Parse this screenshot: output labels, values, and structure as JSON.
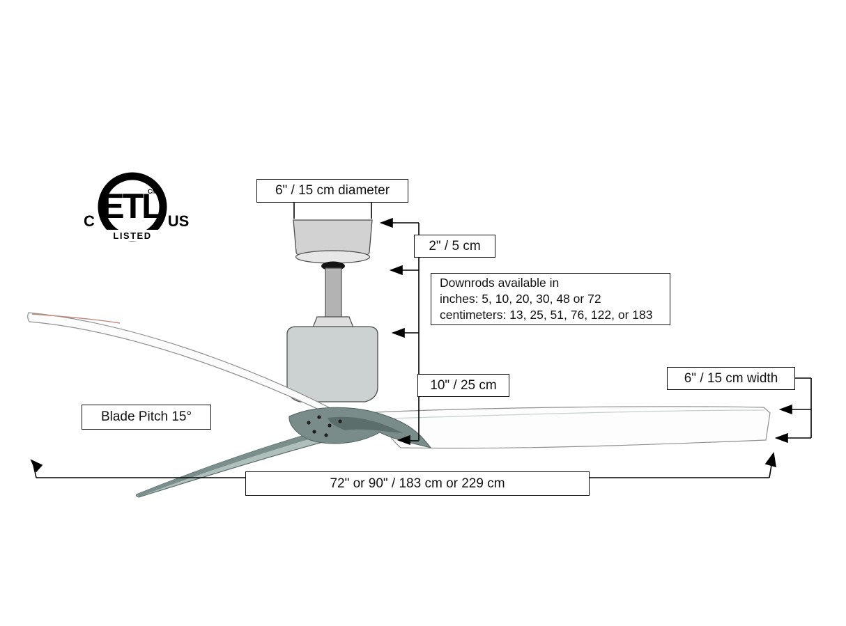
{
  "labels": {
    "canopy_diameter": "6\" / 15 cm diameter",
    "canopy_height": "2\" / 5 cm",
    "downrods": {
      "line1": "Downrods available in",
      "line2": "inches: 5, 10, 20, 30, 48 or 72",
      "line3": "centimeters: 13, 25, 51, 76, 122, or 183"
    },
    "motor_height": "10\" / 25 cm",
    "blade_width": "6\" / 15 cm width",
    "blade_pitch": "Blade Pitch 15°",
    "span": "72\" or 90\" / 183 cm or 229 cm"
  },
  "certification": {
    "mark": "ETL",
    "superscript": "CM",
    "left": "C",
    "right": "US",
    "bottom": "LISTED"
  },
  "colors": {
    "line": "#000000",
    "fan_body": "#ccd2d1",
    "canopy": "#d2d2d2",
    "hub_dark": "#5c6e6b",
    "blade_shaded": "#aebfbc",
    "blade_tip_accent": "#c08a7f"
  }
}
